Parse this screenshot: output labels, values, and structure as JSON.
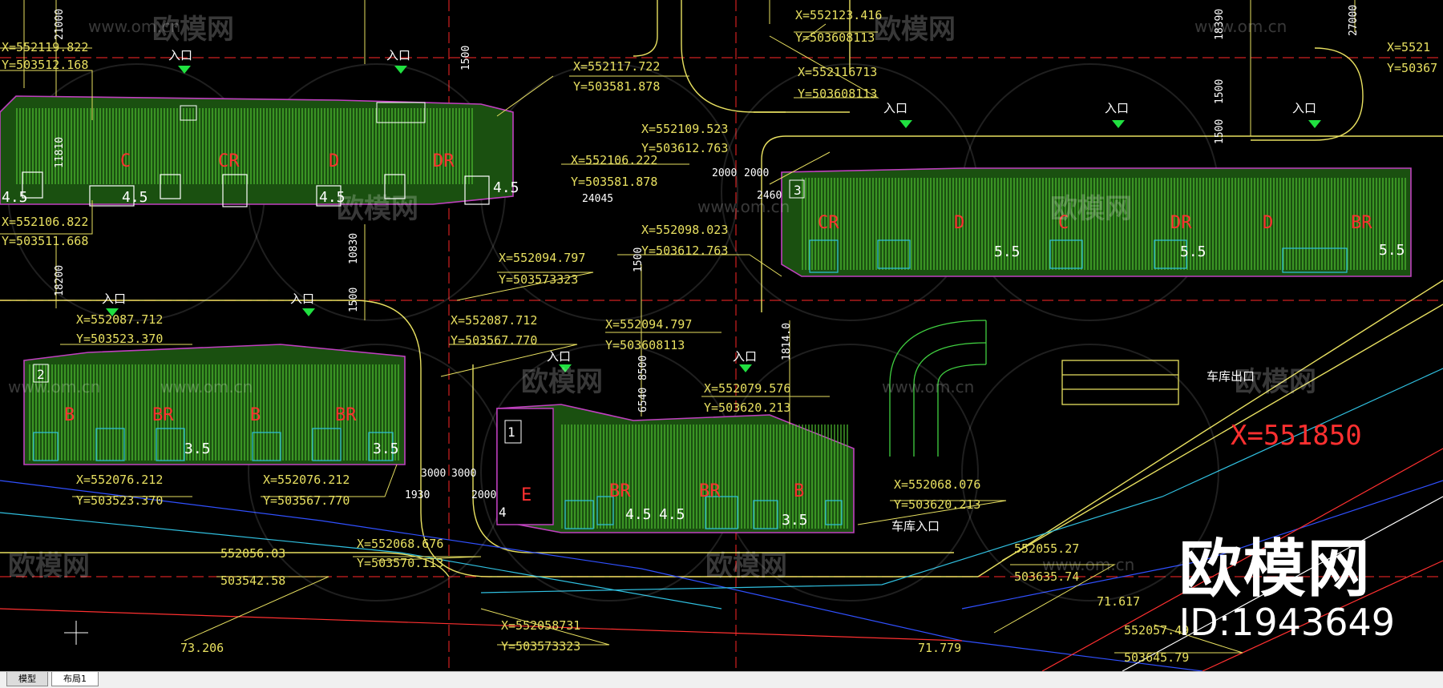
{
  "brand": {
    "logo": "欧模网",
    "id": "ID:1943649"
  },
  "watermark": {
    "text": "欧模网",
    "url": "www.om.cn"
  },
  "tabs": [
    {
      "label": "模型"
    },
    {
      "label": "布局1"
    }
  ],
  "entrance_label": "入口",
  "garage_entrance_label": "车库入口",
  "garage_exit_label": "车库出口",
  "big_axis_label": "X=551850",
  "coords": [
    {
      "x": "X=552119.822",
      "y": "Y=503512.168"
    },
    {
      "x": "X=552117.722",
      "y": "Y=503581.878"
    },
    {
      "x": "X=552123.416",
      "y": "Y=503608113"
    },
    {
      "x": "X=552116713",
      "y": "Y=503608113"
    },
    {
      "x": "X=552109.523",
      "y": "Y=503612.763"
    },
    {
      "x": "X=552106.222",
      "y": "Y=503581.878"
    },
    {
      "x": "X=552106.822",
      "y": "Y=503511.668"
    },
    {
      "x": "X=552098.023",
      "y": "Y=503612.763"
    },
    {
      "x": "X=552094.797",
      "y": "Y=503573323"
    },
    {
      "x": "X=552087.712",
      "y": "Y=503523.370"
    },
    {
      "x": "X=552087.712",
      "y": "Y=503567.770"
    },
    {
      "x": "X=552094.797",
      "y": "Y=503608113"
    },
    {
      "x": "X=552079.576",
      "y": "Y=503620.213"
    },
    {
      "x": "X=552076.212",
      "y": "Y=503523.370"
    },
    {
      "x": "X=552076.212",
      "y": "Y=503567.770"
    },
    {
      "x": "X=552068.076",
      "y": "Y=503620.213"
    },
    {
      "x": "X=552068.676",
      "y": "Y=503570.113"
    },
    {
      "x": "X=552058731",
      "y": "Y=503573323"
    },
    {
      "x": "X=5521",
      "y": "Y=50367"
    }
  ],
  "points": [
    {
      "x": "552056.03",
      "y": "503542.58"
    },
    {
      "x": "552055.27",
      "y": "503635.74"
    },
    {
      "x": "552057.49",
      "y": "503645.79"
    }
  ],
  "elevations": [
    "73.206",
    "71.779",
    "71.617"
  ],
  "dimensions": [
    "21000",
    "1500",
    "11810",
    "18200",
    "10830",
    "1500",
    "24045",
    "2000",
    "2000",
    "2460",
    "1500",
    "18390",
    "27000",
    "1500",
    "1500",
    "1814.0",
    "8500",
    "6540",
    "3000",
    "3000",
    "1930",
    "2000"
  ],
  "unit_labels": {
    "a": [
      "C",
      "CR",
      "D",
      "DR"
    ],
    "b": [
      "B",
      "BR",
      "B",
      "BR"
    ],
    "c": [
      "E",
      "BR",
      "BR",
      "B"
    ],
    "d": [
      "CR",
      "D",
      "C",
      "DR",
      "D",
      "BR"
    ]
  },
  "floor_numbers": [
    "4.5",
    "4.5",
    "4.5",
    "4.5",
    "3.5",
    "3.5",
    "4.5",
    "4.5",
    "3.5",
    "5.5",
    "5.5",
    "5.5"
  ],
  "building_numbers": [
    "2",
    "3",
    "1",
    "4"
  ]
}
